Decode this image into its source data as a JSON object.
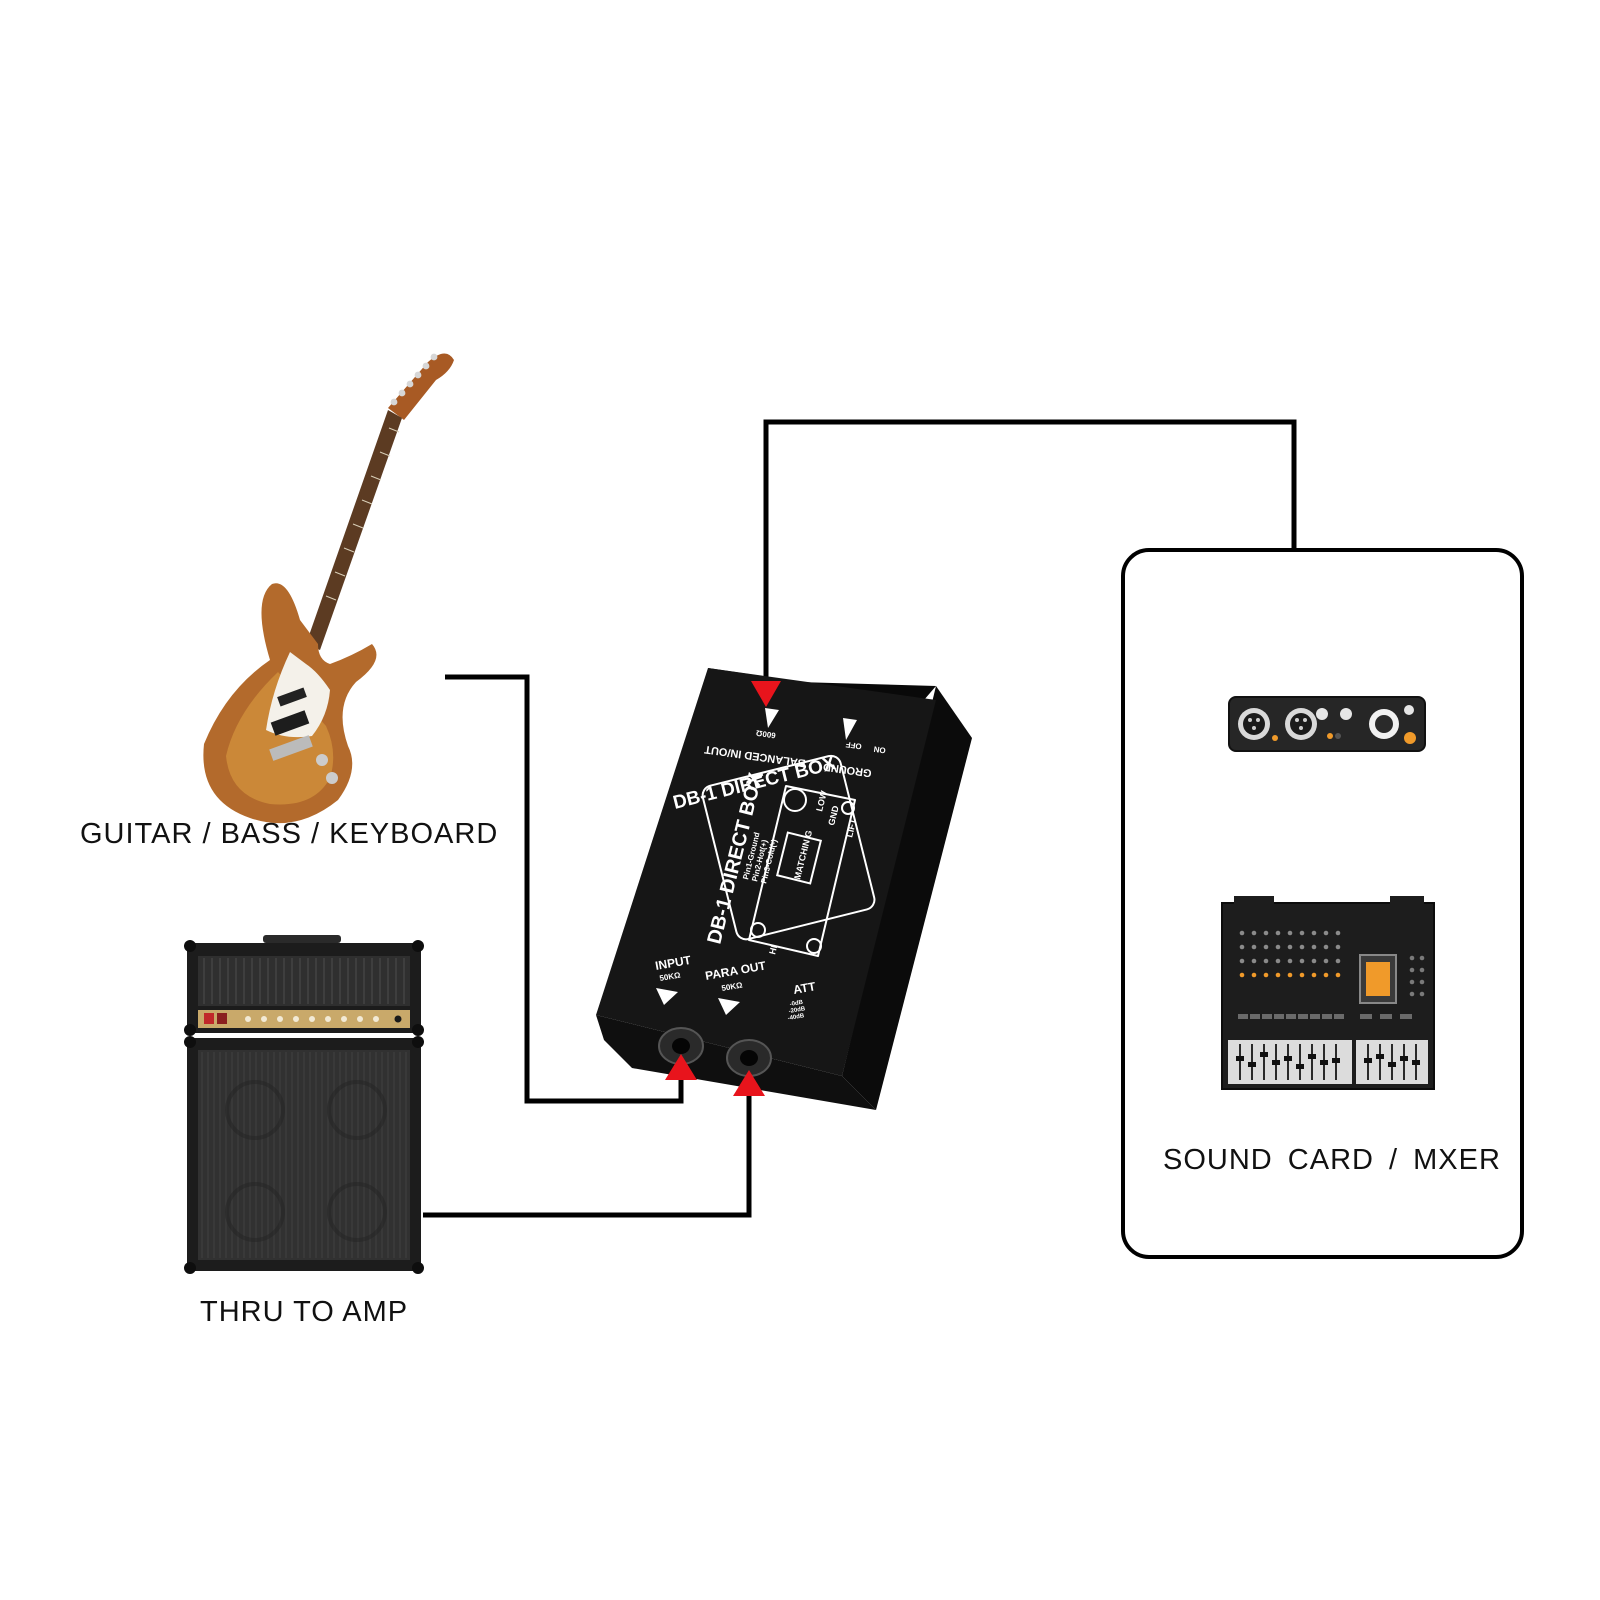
{
  "labels": {
    "guitar": "GUITAR / BASS / KEYBOARD",
    "amp": "THRU TO AMP",
    "mixer": "SOUND CARD  /  MXER"
  },
  "device": {
    "name": "DB-1 DIRECT BOX",
    "balanced": "BALANCED IN/OUT",
    "impedance_out": "600Ω",
    "ground": "GROUND",
    "on": "ON",
    "off": "OFF",
    "input": "INPUT",
    "input_impedance": "50KΩ",
    "para_out": "PARA OUT",
    "para_impedance": "50KΩ",
    "att": "ATT",
    "att_levels": [
      "-0dB",
      "-20dB",
      "-40dB"
    ],
    "pins": [
      "Pin1-Ground",
      "Pin2-Hot(+)",
      "Pin3-Cold(-)"
    ],
    "matching": "MATCHIN G",
    "low": "LOW",
    "gnd": "GND",
    "lift": "LIFT",
    "hi": "HI"
  },
  "colors": {
    "cable": "#000000",
    "arrow": "#e8141c",
    "box_body": "#151515",
    "box_print": "#ffffff",
    "guitar_body": "#b0682a",
    "amp_trim": "#c9a96a"
  },
  "icons": [
    "guitar-icon",
    "amp-stack-icon",
    "audio-interface-icon",
    "mixing-console-icon",
    "direct-box-icon"
  ]
}
